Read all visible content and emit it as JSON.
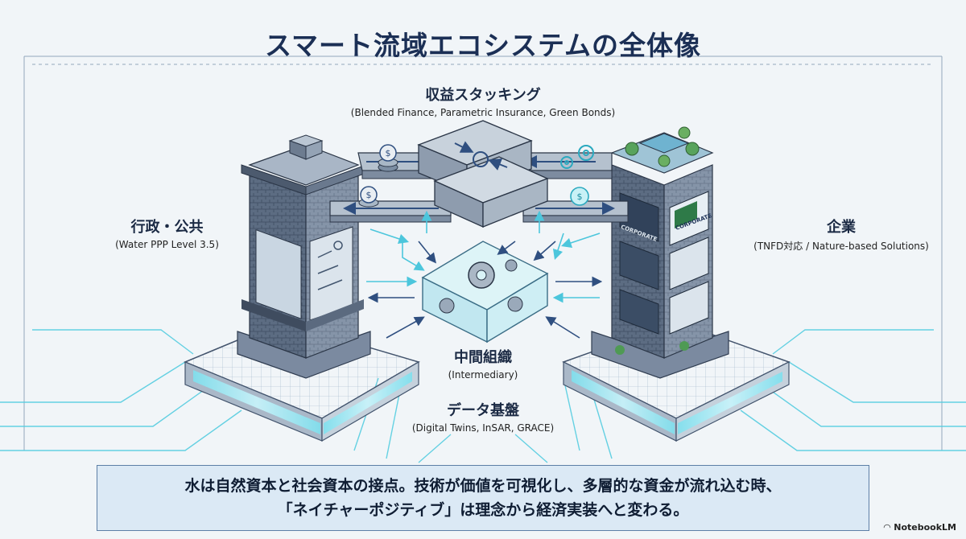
{
  "title": "スマート流域エコシステムの全体像",
  "nodes": {
    "revenue": {
      "label": "収益スタッキング",
      "sub": "(Blended Finance, Parametric Insurance, Green Bonds)"
    },
    "government": {
      "label": "行政・公共",
      "sub": "(Water PPP Level 3.5)"
    },
    "enterprise": {
      "label": "企業",
      "sub": "(TNFD対応 / Nature-based Solutions)"
    },
    "intermediary": {
      "label": "中間組織",
      "sub": "(Intermediary)"
    },
    "data": {
      "label": "データ基盤",
      "sub": "(Digital Twins, InSAR, GRACE)"
    }
  },
  "building_text": {
    "logo": "CORPORATE",
    "sign": "CORPORATE"
  },
  "caption": {
    "line1": "水は自然資本と社会資本の接点。技術が価値を可視化し、多層的な資金が流れ込む時、",
    "line2": "「ネイチャーポジティブ」は理念から経済実装へと変わる。"
  },
  "brand": "NotebookLM",
  "colors": {
    "navy": "#1b2f55",
    "cyan": "#45c6dc",
    "steel": "#6f7f94",
    "green": "#4f9a54"
  }
}
